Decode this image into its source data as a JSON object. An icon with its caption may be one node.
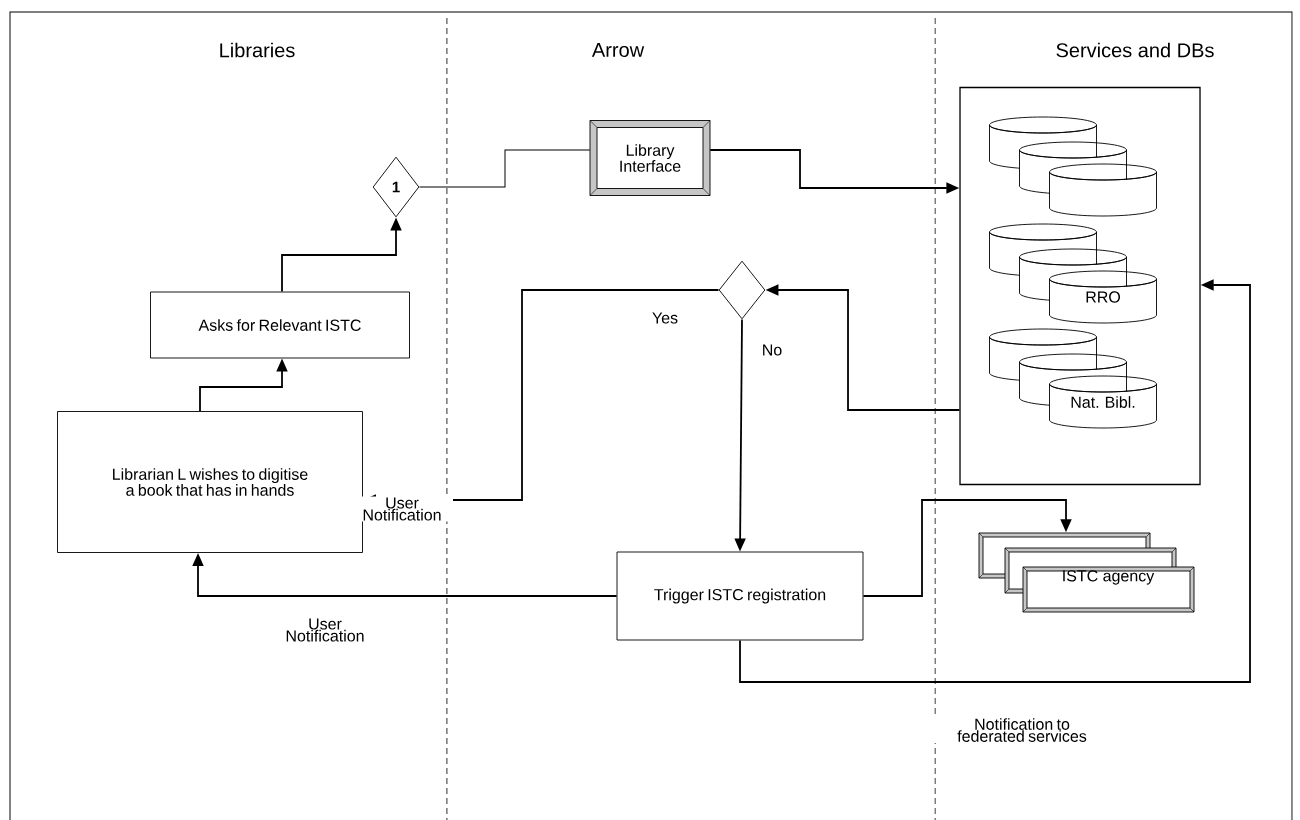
{
  "diagram": {
    "nodes": [
      {
        "text": [
          "Librarian L wishes to digitise a book that has in hands"
        ]
      },
      {
        "text": [
          "Asks for Relevant ISTC"
        ]
      },
      {
        "text": [
          "1"
        ]
      },
      {
        "text": [
          "Library Interface"
        ]
      },
      {
        "text": [],
        "shape": "box"
      },
      {
        "text": [],
        "shape": "cylinder",
        "in": 4
      },
      {
        "text": [
          "RRO"
        ],
        "in": 4
      },
      {
        "text": [
          "Nat. Bibl."
        ],
        "in": 4
      },
      {
        "text": [],
        "shape": "diamond"
      },
      {
        "text": [
          "Trigger ISTC registration"
        ]
      },
      {
        "text": [
          "ISTC agency"
        ]
      }
    ],
    "edges": [
      {
        "from": 0,
        "to": 1,
        "arrow": "to"
      },
      {
        "from": 1,
        "to": 2,
        "arrow": "to"
      },
      {
        "from": 2,
        "to": 3,
        "arrow": "none"
      },
      {
        "from": 3,
        "to": 4,
        "arrow": "to"
      },
      {
        "from": 4,
        "to": 8,
        "arrow": "to"
      },
      {
        "from": 8,
        "to": 0,
        "arrow": "to",
        "label": "Yes"
      },
      {
        "from": 8,
        "to": 9,
        "arrow": "to",
        "label": "No"
      },
      {
        "from": 9,
        "to": 0,
        "arrow": "to",
        "label": "User Notification"
      },
      {
        "from": 9,
        "to": 10,
        "arrow": "to"
      },
      {
        "from": 9,
        "to": 4,
        "arrow": "to",
        "label": "Notification to federated services"
      }
    ],
    "labels": [
      "Libraries",
      "Arrow",
      "Services and DBs",
      "User Notification"
    ]
  }
}
